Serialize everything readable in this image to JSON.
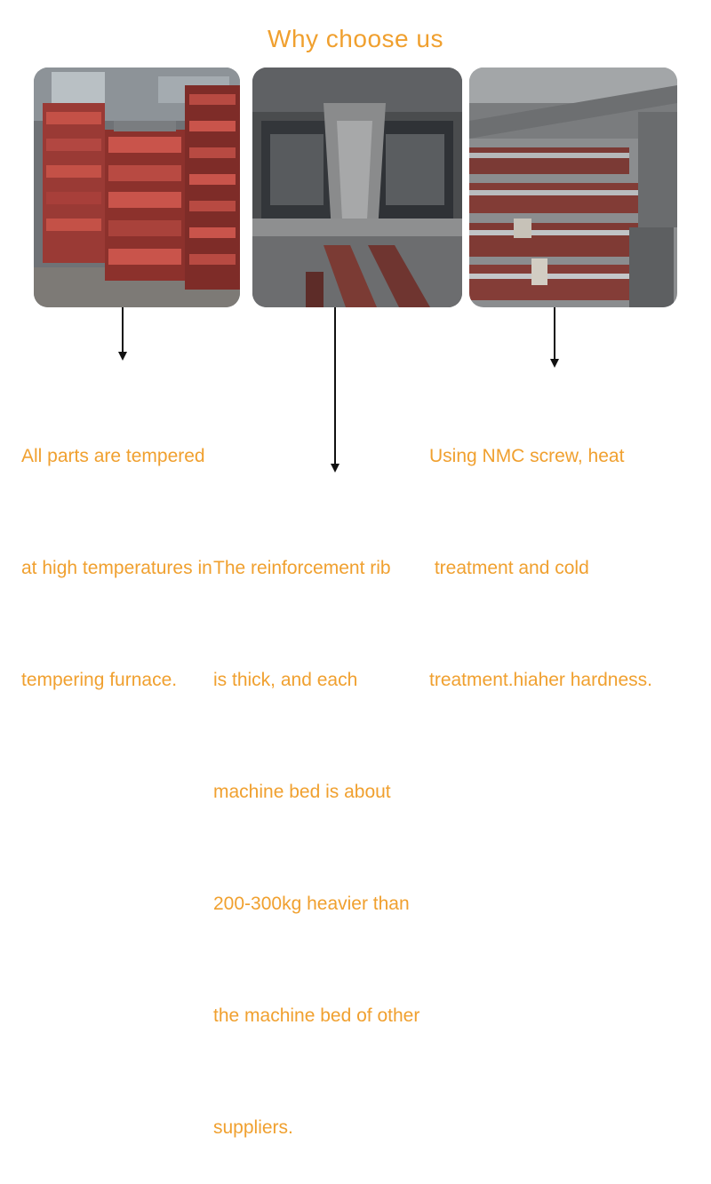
{
  "title": "Why choose us",
  "captions": {
    "tempering": [
      "All parts are tempered",
      "at high temperatures in",
      "tempering furnace."
    ],
    "rib": [
      "The reinforcement rib",
      "is thick, and each",
      "machine bed is about",
      "200-300kg heavier than",
      "the machine bed of other",
      "suppliers."
    ],
    "screw": [
      "Using NMC screw, heat",
      " treatment and cold",
      "treatment.hiaher hardness."
    ]
  },
  "colors": {
    "accent": "#f0a02f",
    "arrow": "#111111"
  }
}
